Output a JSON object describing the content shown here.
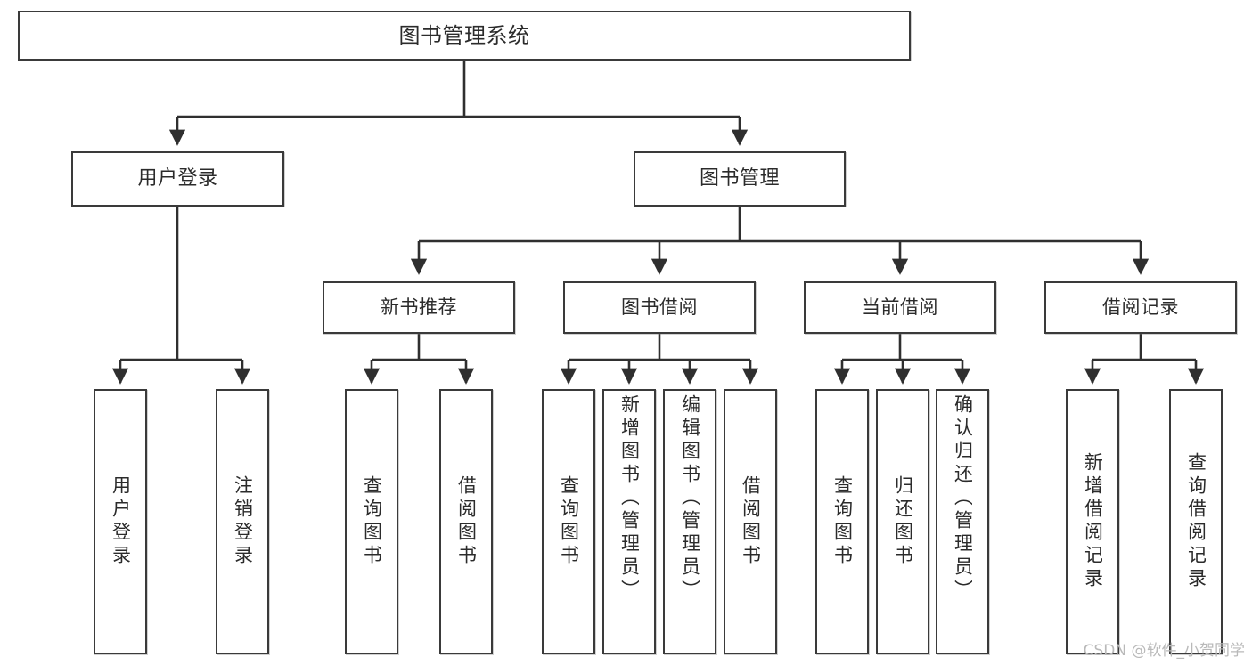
{
  "diagram": {
    "type": "tree-hierarchy",
    "title": "图书管理系统",
    "root": {
      "label": "图书管理系统"
    },
    "level2": [
      {
        "label": "用户登录"
      },
      {
        "label": "图书管理"
      }
    ],
    "level3": [
      {
        "label": "新书推荐"
      },
      {
        "label": "图书借阅"
      },
      {
        "label": "当前借阅"
      },
      {
        "label": "借阅记录"
      }
    ],
    "leaves": {
      "user_login": [
        {
          "label": "用户登录"
        },
        {
          "label": "注销登录"
        }
      ],
      "new_book_recommend": [
        {
          "label": "查询图书"
        },
        {
          "label": "借阅图书"
        }
      ],
      "book_borrow": [
        {
          "label": "查询图书"
        },
        {
          "label": "新增图书（管理员）"
        },
        {
          "label": "编辑图书（管理员）"
        },
        {
          "label": "借阅图书"
        }
      ],
      "current_borrow": [
        {
          "label": "查询图书"
        },
        {
          "label": "归还图书"
        },
        {
          "label": "确认归还（管理员）"
        }
      ],
      "borrow_record": [
        {
          "label": "新增借阅记录"
        },
        {
          "label": "查询借阅记录"
        }
      ]
    }
  },
  "watermark": {
    "text": "CSDN @软件_小贺同学"
  },
  "colors": {
    "border": "#3a3a3a",
    "text": "#2b2b2b",
    "background": "#ffffff",
    "watermark": "#b9b9b9"
  }
}
